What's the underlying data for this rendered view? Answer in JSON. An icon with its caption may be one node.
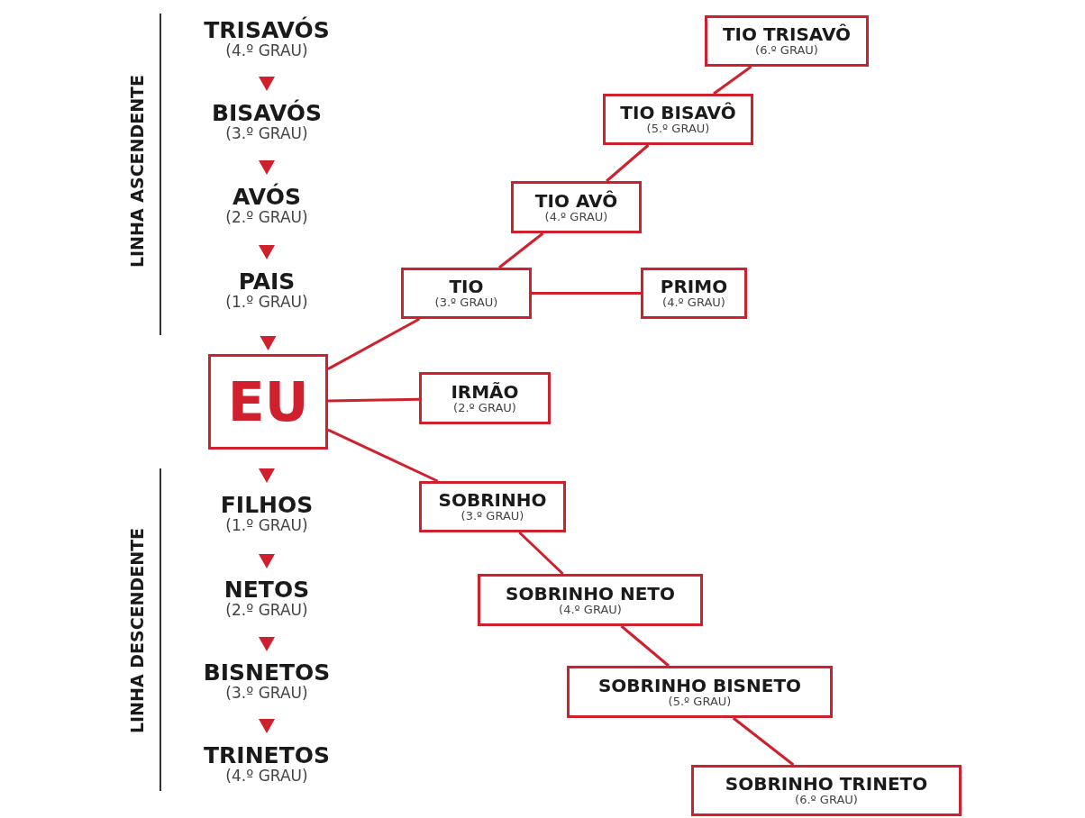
{
  "diagram": {
    "nodes": [
      {
        "text": [
          "TRISAVÓS",
          "(4.º GRAU)"
        ]
      },
      {
        "text": [
          "BISAVÓS",
          "(3.º GRAU)"
        ]
      },
      {
        "text": [
          "AVÓS",
          "(2.º GRAU)"
        ]
      },
      {
        "text": [
          "PAIS",
          "(1.º GRAU)"
        ]
      },
      {
        "text": [
          "EU"
        ]
      },
      {
        "text": [
          "FILHOS",
          "(1.º GRAU)"
        ]
      },
      {
        "text": [
          "NETOS",
          "(2.º GRAU)"
        ]
      },
      {
        "text": [
          "BISNETOS",
          "(3.º GRAU)"
        ]
      },
      {
        "text": [
          "TRINETOS",
          "(4.º GRAU)"
        ]
      },
      {
        "text": [
          "TIO TRISAVÔ",
          "(6.º GRAU)"
        ]
      },
      {
        "text": [
          "TIO BISAVÔ",
          "(5.º GRAU)"
        ]
      },
      {
        "text": [
          "TIO AVÔ",
          "(4.º GRAU)"
        ]
      },
      {
        "text": [
          "TIO",
          "(3.º GRAU)"
        ]
      },
      {
        "text": [
          "PRIMO",
          "(4.º GRAU)"
        ]
      },
      {
        "text": [
          "IRMÃO",
          "(2.º GRAU)"
        ]
      },
      {
        "text": [
          "SOBRINHO",
          "(3.º GRAU)"
        ]
      },
      {
        "text": [
          "SOBRINHO NETO",
          "(4.º GRAU)"
        ]
      },
      {
        "text": [
          "SOBRINHO BISNETO",
          "(5.º GRAU)"
        ]
      },
      {
        "text": [
          "SOBRINHO TRINETO",
          "(6.º GRAU)"
        ]
      }
    ],
    "edges": [
      {
        "from": 0,
        "to": 1,
        "arrow": "to"
      },
      {
        "from": 1,
        "to": 2,
        "arrow": "to"
      },
      {
        "from": 2,
        "to": 3,
        "arrow": "to"
      },
      {
        "from": 3,
        "to": 4,
        "arrow": "to"
      },
      {
        "from": 4,
        "to": 5,
        "arrow": "to"
      },
      {
        "from": 5,
        "to": 6,
        "arrow": "to"
      },
      {
        "from": 6,
        "to": 7,
        "arrow": "to"
      },
      {
        "from": 7,
        "to": 8,
        "arrow": "to"
      },
      {
        "from": 4,
        "to": 12,
        "arrow": "none"
      },
      {
        "from": 12,
        "to": 11,
        "arrow": "none"
      },
      {
        "from": 11,
        "to": 10,
        "arrow": "none"
      },
      {
        "from": 10,
        "to": 9,
        "arrow": "none"
      },
      {
        "from": 12,
        "to": 13,
        "arrow": "none"
      },
      {
        "from": 4,
        "to": 14,
        "arrow": "none"
      },
      {
        "from": 4,
        "to": 15,
        "arrow": "none"
      },
      {
        "from": 15,
        "to": 16,
        "arrow": "none"
      },
      {
        "from": 16,
        "to": 17,
        "arrow": "none"
      },
      {
        "from": 17,
        "to": 18,
        "arrow": "none"
      }
    ],
    "labels": [
      "LINHA ASCENDENTE",
      "LINHA DESCENDENTE"
    ]
  }
}
